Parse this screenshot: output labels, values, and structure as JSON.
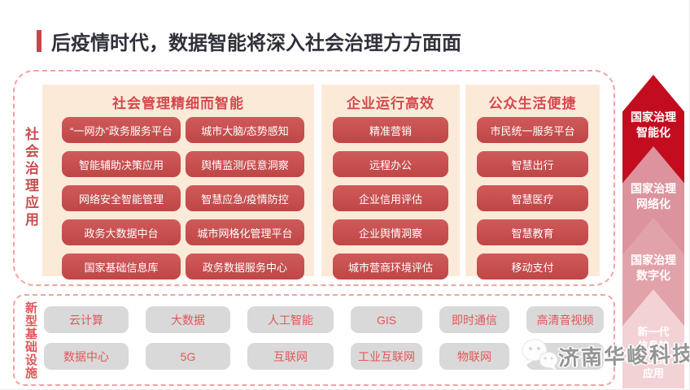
{
  "page": {
    "title": "后疫情时代，数据智能将深入社会治理方方面面"
  },
  "governance": {
    "side_label": "社会治理应用",
    "groups": [
      {
        "header": "社会管理精细而智能",
        "col1": [
          "“一网办”政务服务平台",
          "智能辅助决策应用",
          "网络安全智能管理",
          "政务大数据中台",
          "国家基础信息库"
        ],
        "col2": [
          "城市大脑/态势感知",
          "舆情监测/民意洞察",
          "智慧应急/疫情防控",
          "城市网格化管理平台",
          "政务数据服务中心"
        ]
      },
      {
        "header": "企业运行高效",
        "items": [
          "精准营销",
          "远程办公",
          "企业信用评估",
          "企业舆情洞察",
          "城市营商环境评估"
        ]
      },
      {
        "header": "公众生活便捷",
        "items": [
          "市民统一服务平台",
          "智慧出行",
          "智慧医疗",
          "智慧教育",
          "移动支付"
        ]
      }
    ]
  },
  "ladder": {
    "steps": [
      {
        "lines": [
          "国家治理",
          "智能化"
        ],
        "color": "#c30d1f"
      },
      {
        "lines": [
          "国家治理",
          "网络化"
        ],
        "color": "#dc939d"
      },
      {
        "lines": [
          "国家治理",
          "数字化"
        ],
        "color": "#e2a2a9"
      },
      {
        "lines": [
          "新一代",
          "信息技",
          "术支撑",
          "应用"
        ],
        "color": "#f3d2d6"
      }
    ]
  },
  "infrastructure": {
    "side_label": "新型基础设施",
    "row1": [
      "云计算",
      "大数据",
      "人工智能",
      "GIS",
      "即时通信",
      "高清音视频"
    ],
    "row2": [
      "数据中心",
      "5G",
      "互联网",
      "工业互联网",
      "物联网",
      "务"
    ]
  },
  "watermark": {
    "icon": "wechat-icon",
    "text": "济南华峻科技"
  },
  "colors": {
    "title_accent": "#c8444c",
    "title_text": "#31313b",
    "dashed_border": "#f1a3a3",
    "panel_peach": "#fcead9",
    "chip_red": "#c94f4f",
    "group_header_red": "#d4484e",
    "side_label_red": "#c44f4f",
    "infra_label_red": "#e25659",
    "gray_chip": "#d9d9d9",
    "ladder_reds": [
      "#c30d1f",
      "#dc939d",
      "#e2a2a9",
      "#f3d2d6"
    ]
  }
}
